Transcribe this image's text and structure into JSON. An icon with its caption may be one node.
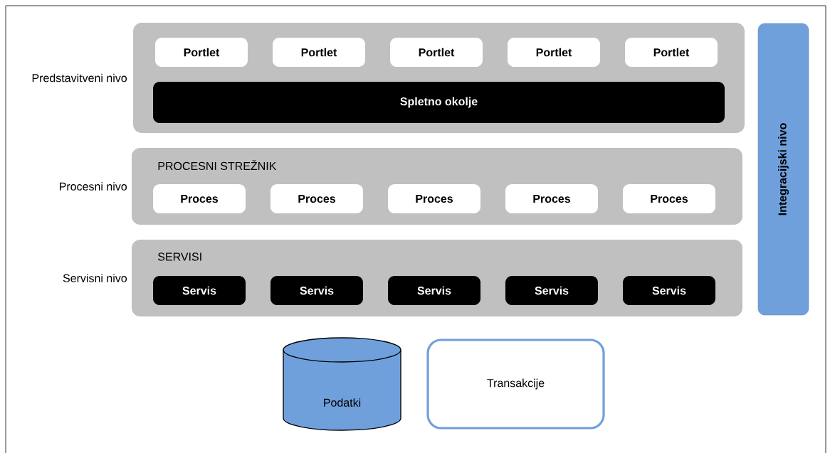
{
  "diagram": {
    "nodes": [
      {
        "text": [],
        "shape": "box",
        "beside": [
          "Predstavitveni nivo"
        ]
      },
      {
        "text": [
          "Portlet"
        ],
        "in": 0
      },
      {
        "text": [
          "Portlet"
        ],
        "in": 0
      },
      {
        "text": [
          "Portlet"
        ],
        "in": 0
      },
      {
        "text": [
          "Portlet"
        ],
        "in": 0
      },
      {
        "text": [
          "Portlet"
        ],
        "in": 0
      },
      {
        "text": [
          "Spletno okolje"
        ],
        "in": 0
      },
      {
        "text": [
          "PROCESNI STREŽNIK"
        ],
        "beside": [
          "Procesni nivo"
        ]
      },
      {
        "text": [
          "Proces"
        ],
        "in": 7
      },
      {
        "text": [
          "Proces"
        ],
        "in": 7
      },
      {
        "text": [
          "Proces"
        ],
        "in": 7
      },
      {
        "text": [
          "Proces"
        ],
        "in": 7
      },
      {
        "text": [
          "Proces"
        ],
        "in": 7
      },
      {
        "text": [
          "SERVISI"
        ],
        "beside": [
          "Servisni nivo"
        ]
      },
      {
        "text": [
          "Servis"
        ],
        "in": 13
      },
      {
        "text": [
          "Servis"
        ],
        "in": 13
      },
      {
        "text": [
          "Servis"
        ],
        "in": 13
      },
      {
        "text": [
          "Servis"
        ],
        "in": 13
      },
      {
        "text": [
          "Servis"
        ],
        "in": 13
      },
      {
        "text": [
          "Integracijski nivo"
        ]
      },
      {
        "text": [
          "Podatki"
        ]
      },
      {
        "text": [
          "Transakcije"
        ]
      }
    ]
  }
}
